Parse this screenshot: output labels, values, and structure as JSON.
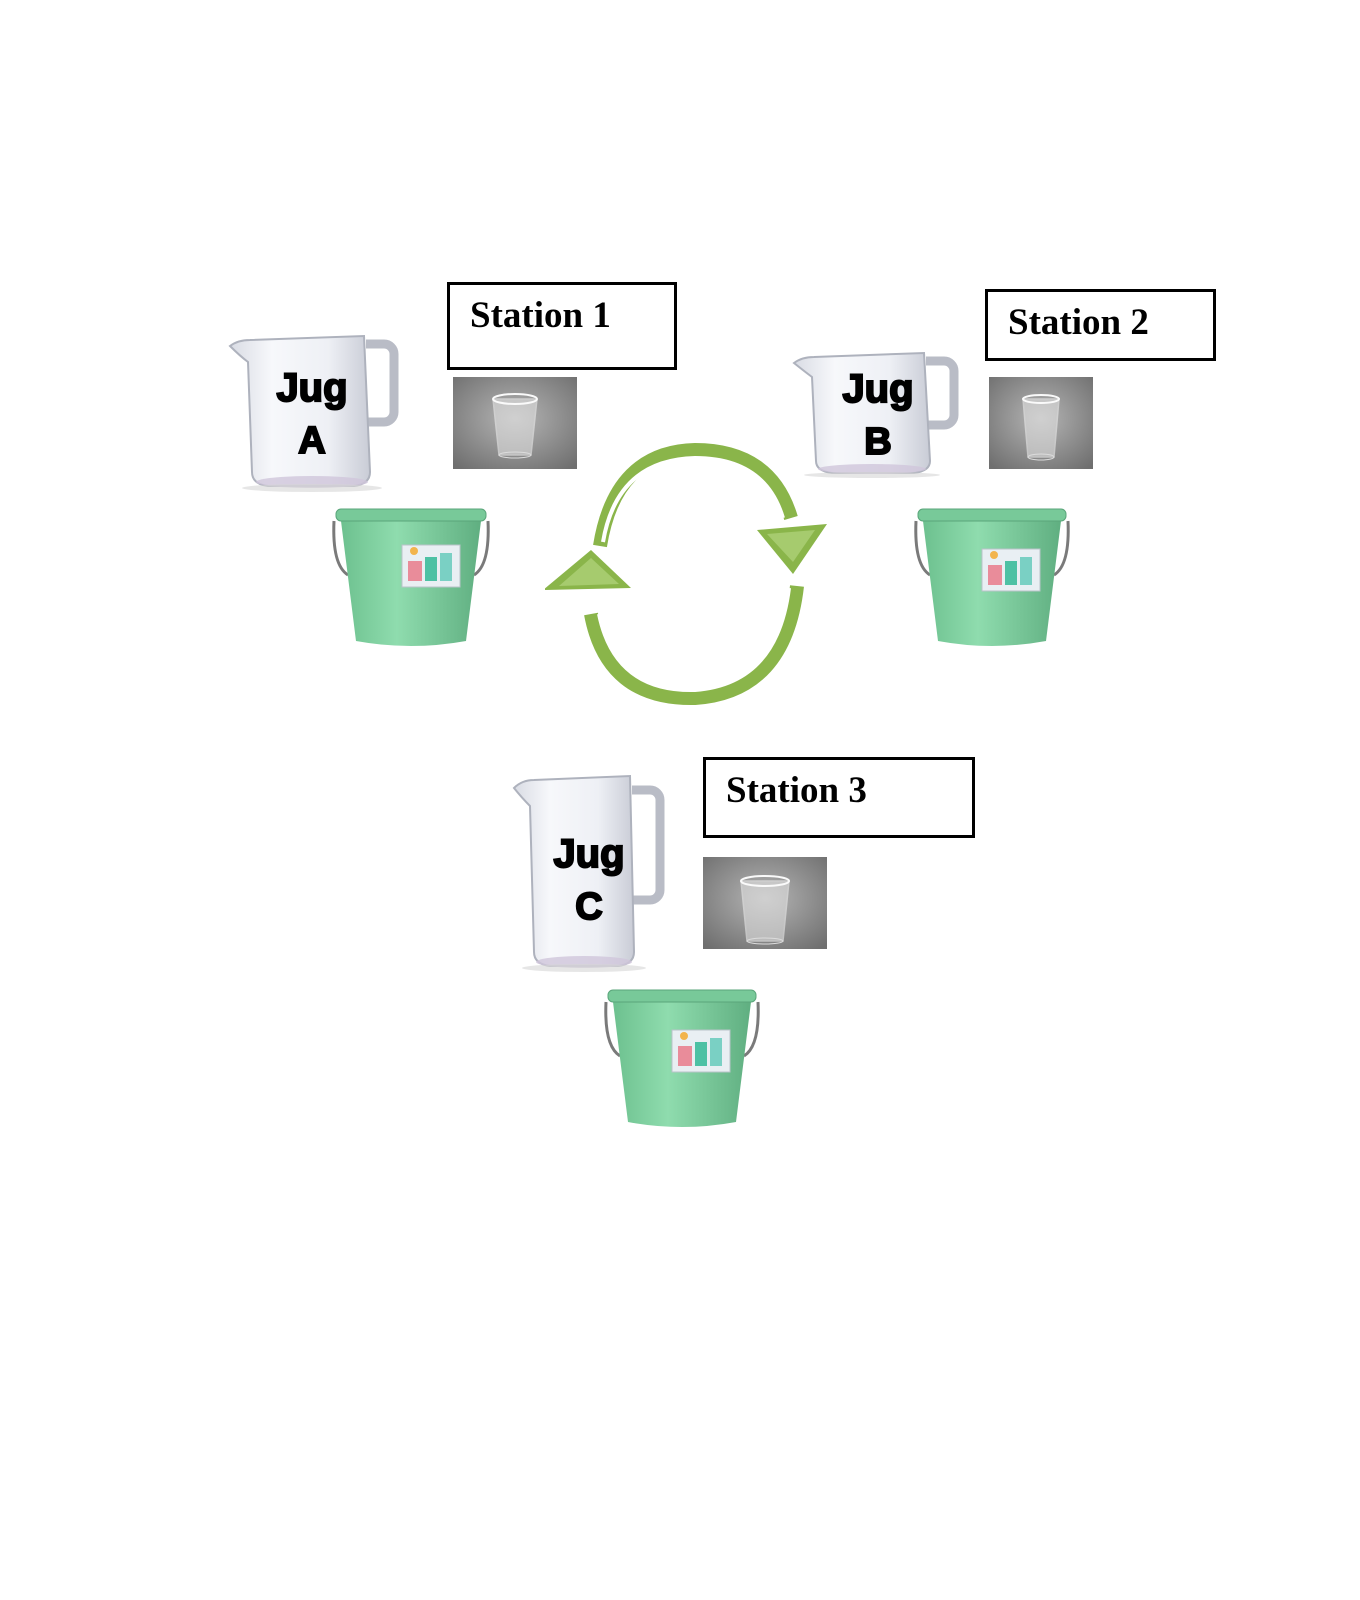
{
  "stations": [
    {
      "label": "Station 1",
      "jug_word": "Jug",
      "jug_letter": "A"
    },
    {
      "label": "Station 2",
      "jug_word": "Jug",
      "jug_letter": "B"
    },
    {
      "label": "Station 3",
      "jug_word": "Jug",
      "jug_letter": "C"
    }
  ],
  "colors": {
    "bucket": "#7fd0a0",
    "cycle_arrow": "#8ab54a",
    "cup_background": "#8a8a8a",
    "label_border": "#000000"
  }
}
